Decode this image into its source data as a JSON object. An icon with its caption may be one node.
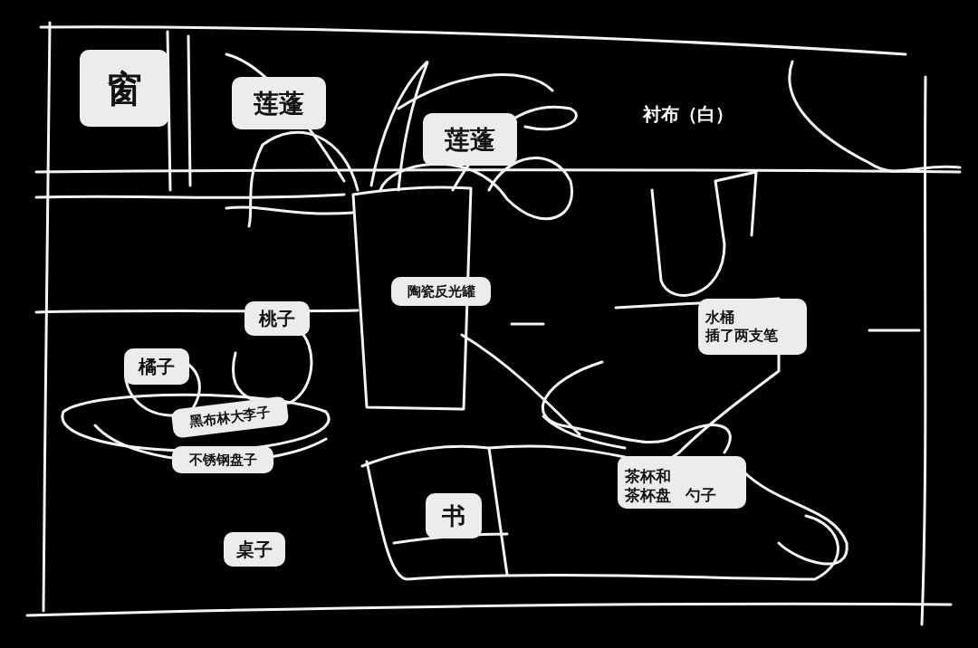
{
  "diagram": {
    "nodes": [
      {
        "text": [
          "窗"
        ]
      },
      {
        "text": [
          "莲蓬"
        ]
      },
      {
        "text": [
          "莲蓬"
        ]
      },
      {
        "text": [
          "陶瓷反光罐"
        ]
      },
      {
        "text": [
          "桃子"
        ]
      },
      {
        "text": [
          "橘子"
        ]
      },
      {
        "text": [
          "水桶",
          "插了两支笔"
        ]
      },
      {
        "text": [
          "黑布林大李子"
        ]
      },
      {
        "text": [
          "不锈钢盘子"
        ]
      },
      {
        "text": [
          "茶杯和茶杯盘",
          "勺子"
        ]
      },
      {
        "text": [
          "书"
        ]
      },
      {
        "text": [
          "桌子"
        ]
      }
    ],
    "edges": [],
    "labels": [
      "衬布（白）"
    ]
  }
}
